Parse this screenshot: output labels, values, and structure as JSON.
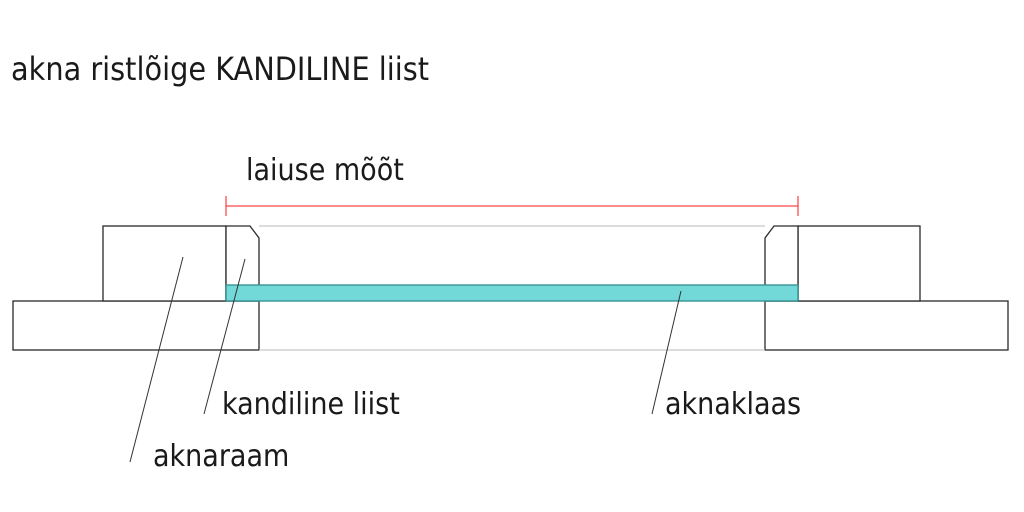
{
  "title": "akna ristlõige KANDILINE liist",
  "dimension": {
    "label": "laiuse mõõt",
    "color": "#ff1a1a"
  },
  "labels": {
    "strip": "kandiline liist",
    "glass": "aknaklaas",
    "frame": "aknaraam"
  },
  "colors": {
    "glass": "#73d8d8",
    "glass_stroke": "#2f8f8f",
    "outline": "#2a2a2a"
  }
}
